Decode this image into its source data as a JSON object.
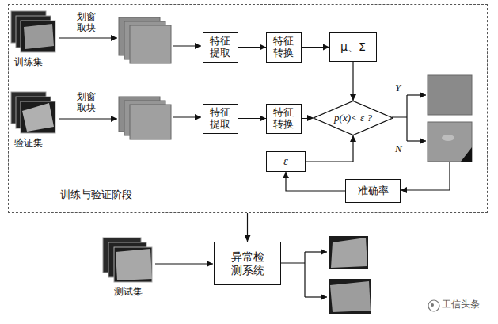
{
  "diagram": {
    "nodes": [
      {
        "text": [
          "训练与验证阶段"
        ]
      },
      {
        "text": [
          "特征 提取"
        ],
        "in": 0
      },
      {
        "text": [
          "特征 转换"
        ],
        "in": 0
      },
      {
        "text": [
          "μ、Σ"
        ],
        "in": 0
      },
      {
        "text": [
          "特征 提取"
        ],
        "in": 0
      },
      {
        "text": [
          "特征 转换"
        ],
        "in": 0
      },
      {
        "text": [
          "p(x)< ε ?"
        ],
        "in": 0
      },
      {
        "text": [
          "ε"
        ],
        "in": 0
      },
      {
        "text": [
          "准确率"
        ],
        "in": 0
      },
      {
        "text": [
          "异常检 测系统"
        ]
      }
    ],
    "edges": [
      {
        "from": 1,
        "to": 2,
        "arrow": "to"
      },
      {
        "from": 2,
        "to": 3,
        "arrow": "to"
      },
      {
        "from": 3,
        "to": 6,
        "arrow": "to"
      },
      {
        "from": 4,
        "to": 5,
        "arrow": "to"
      },
      {
        "from": 5,
        "to": 6,
        "arrow": "to"
      },
      {
        "from": 8,
        "to": 7,
        "arrow": "to"
      },
      {
        "from": 7,
        "to": 6,
        "arrow": "to"
      },
      {
        "from": 0,
        "to": 9,
        "arrow": "to"
      }
    ],
    "labels": [
      "划窗 取块",
      "训练集",
      "划窗 取块",
      "验证集",
      "Y",
      "N",
      "测试集",
      "工信头条"
    ]
  }
}
